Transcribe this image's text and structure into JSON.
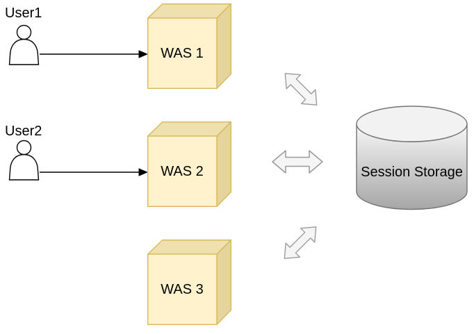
{
  "users": [
    {
      "label": "User1"
    },
    {
      "label": "User2"
    }
  ],
  "servers": [
    {
      "label": "WAS 1"
    },
    {
      "label": "WAS 2"
    },
    {
      "label": "WAS 3"
    }
  ],
  "storage": {
    "label": "Session Storage"
  },
  "connections": {
    "user_to_server": [
      {
        "from": "User1",
        "to": "WAS 1",
        "style": "solid-arrow"
      },
      {
        "from": "User2",
        "to": "WAS 2",
        "style": "solid-arrow"
      }
    ],
    "server_to_storage": [
      {
        "from": "WAS 1",
        "to": "Session Storage",
        "style": "double-headed-block-arrow",
        "orientation": "diagonal-down-right"
      },
      {
        "from": "WAS 2",
        "to": "Session Storage",
        "style": "double-headed-block-arrow",
        "orientation": "horizontal"
      },
      {
        "from": "WAS 3",
        "to": "Session Storage",
        "style": "double-headed-block-arrow",
        "orientation": "diagonal-up-right"
      }
    ]
  },
  "icons": {
    "user": "person-icon",
    "server": "cube-3d-icon",
    "storage": "database-cylinder-icon",
    "sync": "bidirectional-arrow-icon"
  },
  "colors": {
    "background": "#FFFFFF",
    "cube_front": "#FFF2CC",
    "cube_top": "#EFE0B0",
    "cube_side": "#E6D49E",
    "cube_stroke": "#D6B656",
    "cylinder_top_fill": "#F2F2F2",
    "cylinder_gradient_top": "#F7F7F7",
    "cylinder_gradient_bottom": "#A6A6A6",
    "cylinder_stroke": "#737373",
    "double_arrow_fill": "#F5F5F5",
    "double_arrow_stroke": "#999999",
    "outline": "#000000",
    "text": "#000000"
  }
}
